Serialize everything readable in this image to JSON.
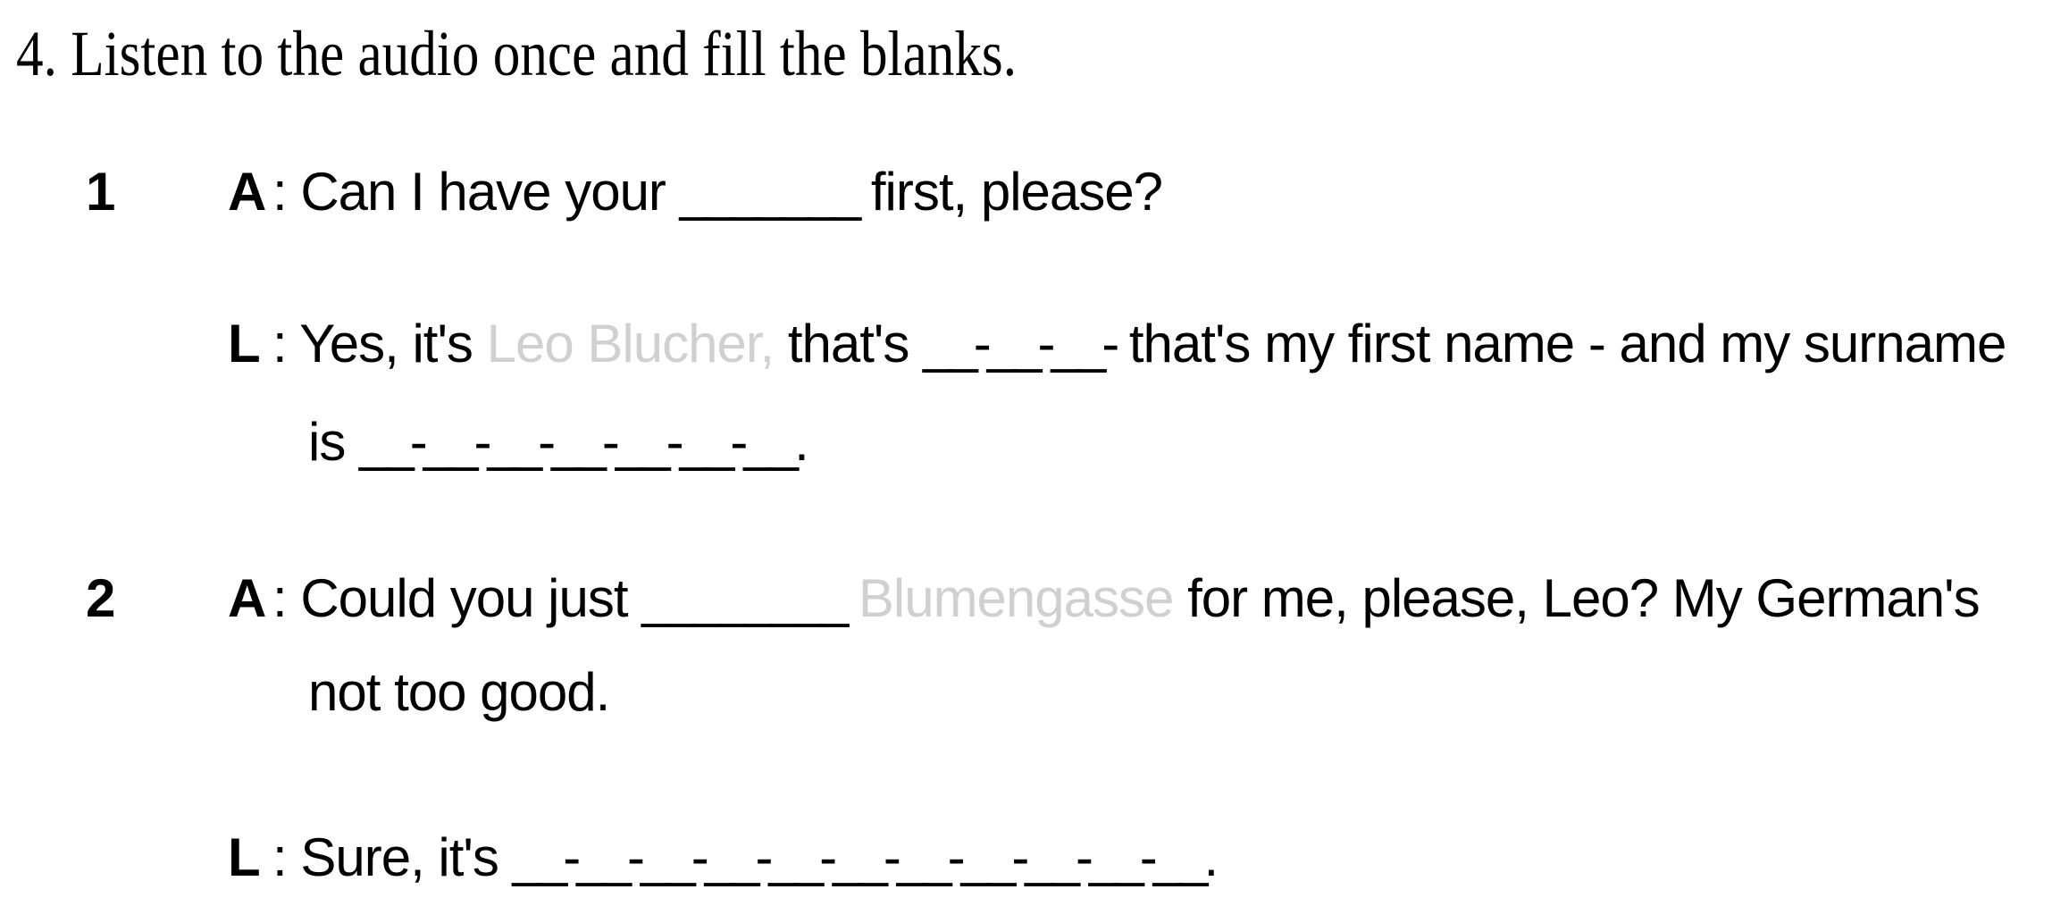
{
  "colors": {
    "background": "#ffffff",
    "text": "#000000",
    "ghost": "#d0d0d0"
  },
  "title": "4. Listen to the audio once and fill the blanks.",
  "exercise": {
    "items": [
      {
        "number": "1",
        "turns": [
          {
            "speaker": "A",
            "lines": [
              [
                {
                  "t": "text",
                  "s": ": Can I have your "
                },
                {
                  "t": "blank",
                  "s": "_______"
                },
                {
                  "t": "text",
                  "s": " first, please?"
                }
              ]
            ]
          },
          {
            "speaker": "L",
            "lines": [
              [
                {
                  "t": "text",
                  "s": ": Yes, it's "
                },
                {
                  "t": "ghost",
                  "s": "Leo Blucher,"
                },
                {
                  "t": "text",
                  "s": " that's "
                },
                {
                  "t": "blank",
                  "s": "__-__-__-"
                },
                {
                  "t": "text",
                  "s": " that's my first name - and my surname"
                }
              ],
              [
                {
                  "t": "text",
                  "s": "is "
                },
                {
                  "t": "blank",
                  "s": "__-__-__-__-__-__-__"
                },
                {
                  "t": "text",
                  "s": "."
                }
              ]
            ]
          }
        ]
      },
      {
        "number": "2",
        "turns": [
          {
            "speaker": "A",
            "lines": [
              [
                {
                  "t": "text",
                  "s": ": Could you just "
                },
                {
                  "t": "blank",
                  "s": "________"
                },
                {
                  "t": "text",
                  "s": " "
                },
                {
                  "t": "ghost",
                  "s": "Blumengasse"
                },
                {
                  "t": "text",
                  "s": " for me, please, Leo? My German's"
                }
              ],
              [
                {
                  "t": "text",
                  "s": "not too good."
                }
              ]
            ]
          },
          {
            "speaker": "L",
            "lines": [
              [
                {
                  "t": "text",
                  "s": ": Sure, it's "
                },
                {
                  "t": "blank",
                  "s": "__-__-__-__-__-__-__-__-__-__-__"
                },
                {
                  "t": "text",
                  "s": "."
                }
              ]
            ]
          }
        ]
      }
    ]
  }
}
